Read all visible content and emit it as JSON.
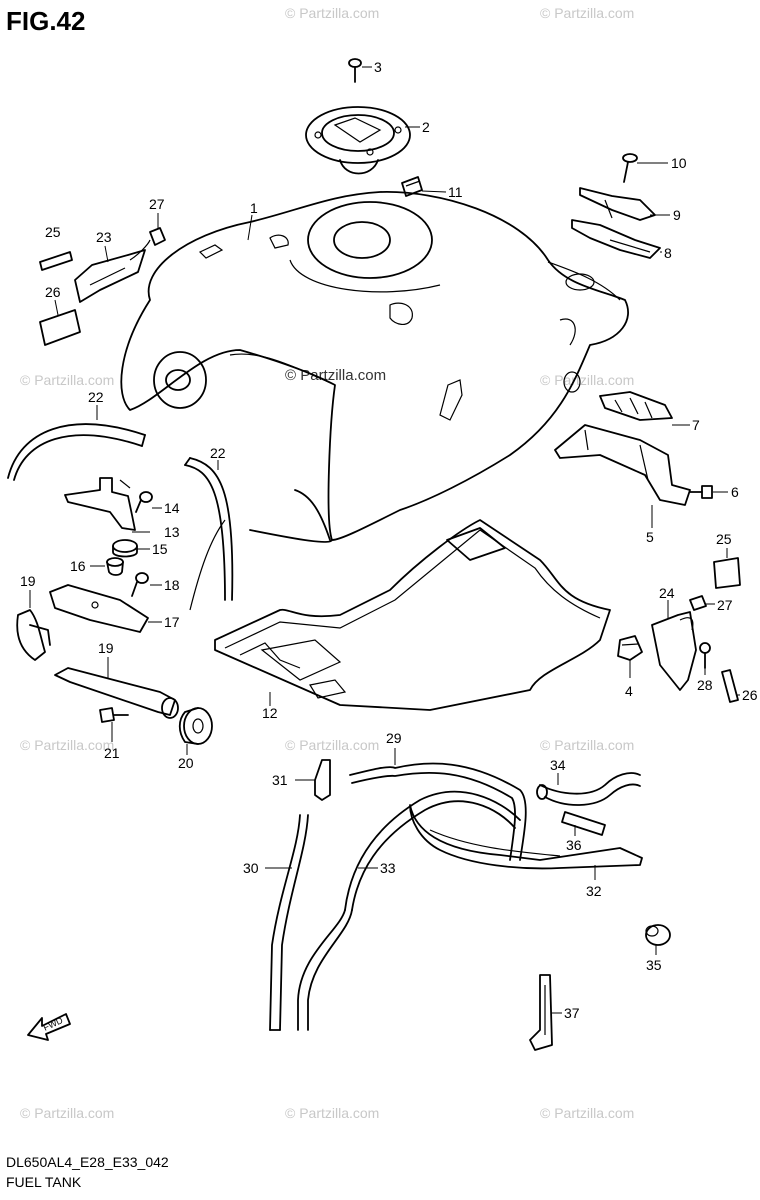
{
  "header": {
    "figure": "FIG.42"
  },
  "footer": {
    "code": "DL650AL4_E28_E33_042",
    "name": "FUEL TANK"
  },
  "watermark": {
    "text": "© Partzilla.com"
  },
  "fwd_label": "FWD",
  "callouts": [
    "1",
    "2",
    "3",
    "4",
    "5",
    "6",
    "7",
    "8",
    "9",
    "10",
    "11",
    "12",
    "13",
    "14",
    "15",
    "16",
    "17",
    "18",
    "19",
    "19",
    "20",
    "21",
    "22",
    "22",
    "23",
    "24",
    "25",
    "25",
    "26",
    "26",
    "27",
    "27",
    "28",
    "29",
    "30",
    "31",
    "32",
    "33",
    "34",
    "35",
    "36",
    "37"
  ]
}
